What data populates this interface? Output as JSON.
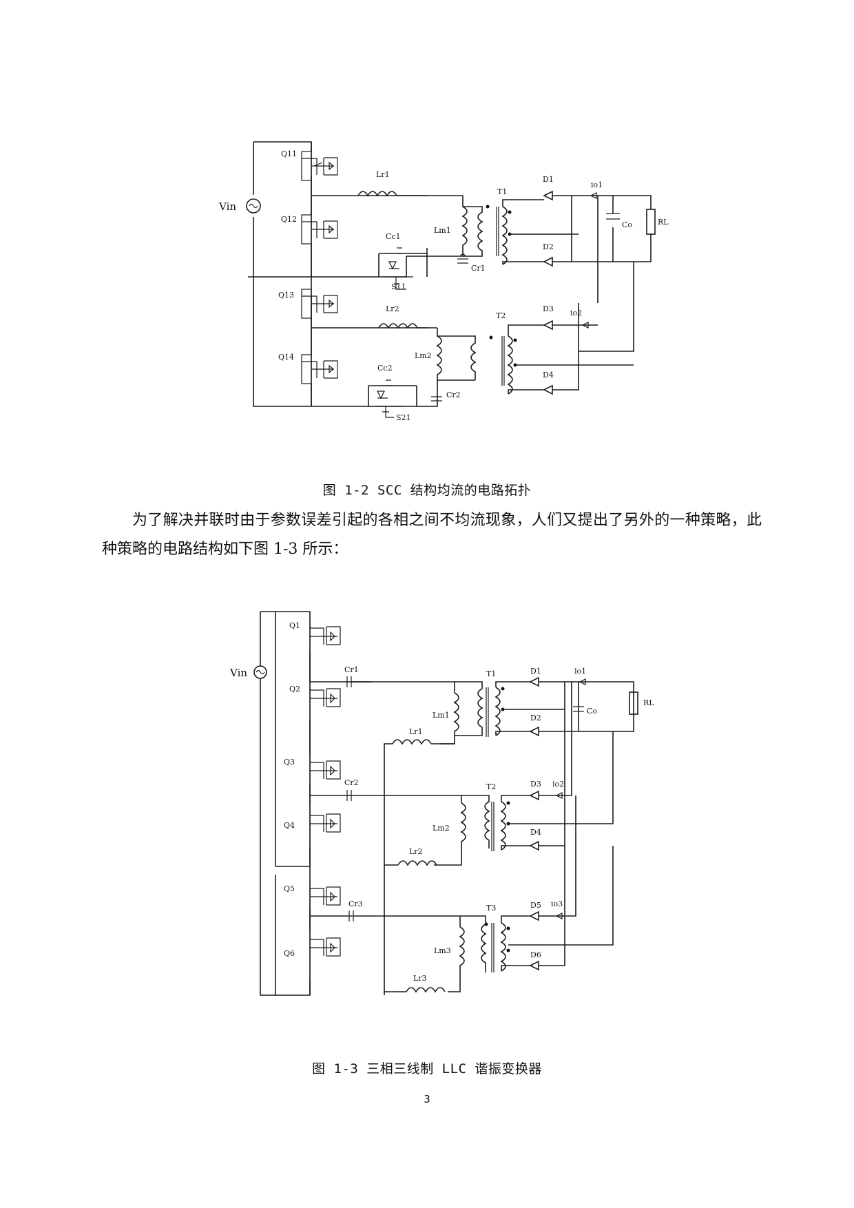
{
  "figure1": {
    "caption": "图 1-2   SCC 结构均流的电路拓扑",
    "labels": {
      "vin": "Vin",
      "q11": "Q11",
      "q12": "Q12",
      "q13": "Q13",
      "q14": "Q14",
      "lr1": "Lr1",
      "lr2": "Lr2",
      "lm1": "Lm1",
      "lm2": "Lm2",
      "cc1": "Cc1",
      "cc2": "Cc2",
      "cr1": "Cr1",
      "cr2": "Cr2",
      "s11": "S11",
      "s21": "S21",
      "t1": "T1",
      "t2": "T2",
      "d1": "D1",
      "d2": "D2",
      "d3": "D3",
      "d4": "D4",
      "io1": "io1",
      "io2": "io2",
      "co": "Co",
      "rl": "RL"
    }
  },
  "paragraph": "为了解决并联时由于参数误差引起的各相之间不均流现象，人们又提出了另外的一种策略，此种策略的电路结构如下图 1-3 所示：",
  "figure2": {
    "caption": "图 1-3   三相三线制 LLC 谐振变换器",
    "labels": {
      "vin": "Vin",
      "q1": "Q1",
      "q2": "Q2",
      "q3": "Q3",
      "q4": "Q4",
      "q5": "Q5",
      "q6": "Q6",
      "cr1": "Cr1",
      "cr2": "Cr2",
      "cr3": "Cr3",
      "lm1": "Lm1",
      "lm2": "Lm2",
      "lm3": "Lm3",
      "lr1": "Lr1",
      "lr2": "Lr2",
      "lr3": "Lr3",
      "t1": "T1",
      "t2": "T2",
      "t3": "T3",
      "d1": "D1",
      "d2": "D2",
      "d3": "D3",
      "d4": "D4",
      "d5": "D5",
      "d6": "D6",
      "io1": "io1",
      "io2": "io2",
      "io3": "io3",
      "co": "Co",
      "rl": "RL"
    }
  },
  "page_number": "3"
}
